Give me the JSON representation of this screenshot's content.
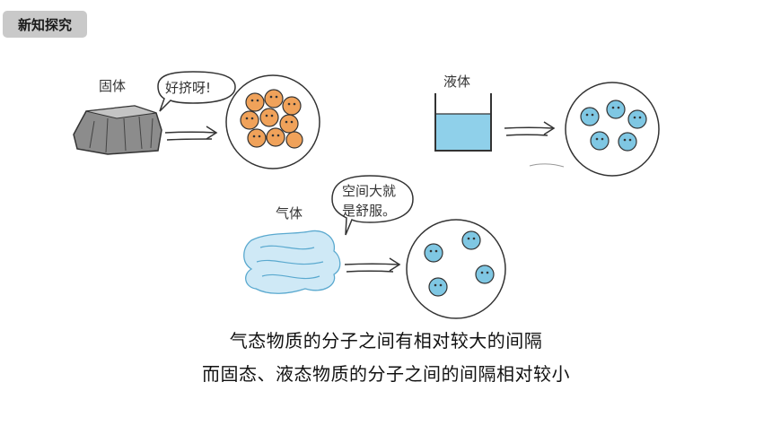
{
  "header": {
    "section_tag": "新知探究"
  },
  "illustration": {
    "solid_label": "固体",
    "solid_bubble": "好挤呀!",
    "liquid_label": "液体",
    "gas_label": "气体",
    "gas_bubble_line1": "空间大就",
    "gas_bubble_line2": "是舒服。"
  },
  "captions": {
    "line1": "气态物质的分子之间有相对较大的间隔",
    "line2": "而固态、液态物质的分子之间的间隔相对较小"
  }
}
